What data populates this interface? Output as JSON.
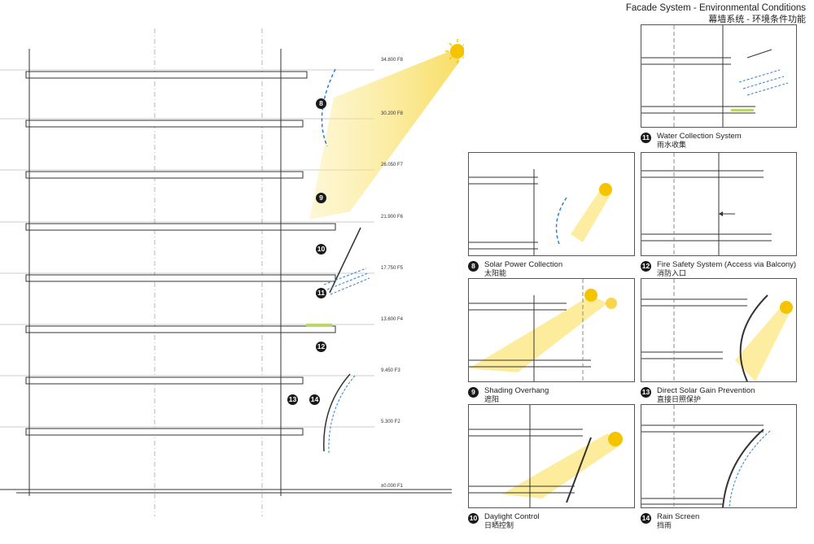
{
  "title": {
    "en": "Facade System - Environmental Conditions",
    "zh": "幕墙系统 - 环境条件功能"
  },
  "levels": [
    {
      "label": "34.800 F8"
    },
    {
      "label": "30.200 F8"
    },
    {
      "label": "26.050 F7"
    },
    {
      "label": "21.900 F6"
    },
    {
      "label": "17.750 F5"
    },
    {
      "label": "13.600 F4"
    },
    {
      "label": "9.450 F3"
    },
    {
      "label": "5.300 F2"
    },
    {
      "label": "±0.000 F1"
    }
  ],
  "callouts": [
    "8",
    "9",
    "10",
    "11",
    "12",
    "13",
    "14"
  ],
  "panels": [
    {
      "num": "11",
      "en": "Water Collection System",
      "zh": "雨水收集"
    },
    {
      "num": "8",
      "en": "Solar Power Collection",
      "zh": "太阳能"
    },
    {
      "num": "12",
      "en": "Fire Safety System (Access via Balcony)",
      "zh": "消防入口"
    },
    {
      "num": "9",
      "en": "Shading Overhang",
      "zh": "遮阳"
    },
    {
      "num": "13",
      "en": "Direct Solar Gain Prevention",
      "zh": "直接日照保护"
    },
    {
      "num": "10",
      "en": "Daylight Control",
      "zh": "日晒控制"
    },
    {
      "num": "14",
      "en": "Rain Screen",
      "zh": "挡雨"
    }
  ],
  "colors": {
    "sun": "#f5c400",
    "light": "#fbe98a",
    "rain": "#2f7fd0",
    "line": "#333333",
    "green": "#b8d96a"
  }
}
